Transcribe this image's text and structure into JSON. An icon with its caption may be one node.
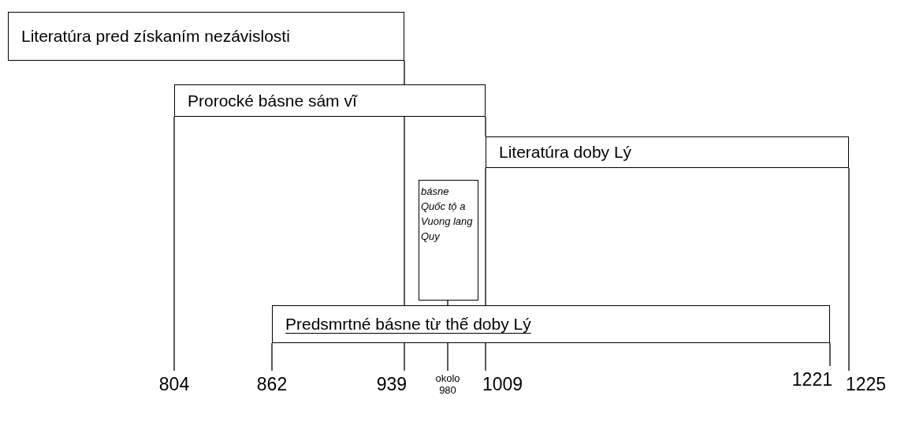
{
  "diagram": {
    "nodes": [
      {
        "text": [
          "Literatúra pred získaním nezávislosti"
        ]
      },
      {
        "text": [
          "Prorocké básne sám vĩ"
        ]
      },
      {
        "text": [
          "Literatúra doby Lý"
        ]
      },
      {
        "text": [
          "básne Quốc tộ a Vuong lang Quy"
        ]
      },
      {
        "text": [
          "Predsmrtné básne từ thế doby Lý"
        ]
      },
      {
        "text": [
          "804"
        ]
      },
      {
        "text": [
          "862"
        ]
      },
      {
        "text": [
          "939"
        ]
      },
      {
        "text": [
          "okolo 980"
        ]
      },
      {
        "text": [
          "1009"
        ]
      },
      {
        "text": [
          "1221"
        ]
      },
      {
        "text": [
          "1225"
        ]
      }
    ],
    "edges": [
      {
        "from": 0,
        "to": 1,
        "arrow": "none"
      },
      {
        "from": 1,
        "to": 4,
        "arrow": "none"
      },
      {
        "from": 4,
        "to": 7,
        "arrow": "none"
      },
      {
        "from": 1,
        "to": 5,
        "arrow": "none"
      },
      {
        "from": 1,
        "to": 2,
        "arrow": "none"
      },
      {
        "from": 2,
        "to": 4,
        "arrow": "none"
      },
      {
        "from": 4,
        "to": 9,
        "arrow": "none"
      },
      {
        "from": 2,
        "to": 11,
        "arrow": "none"
      },
      {
        "from": 3,
        "to": 4,
        "arrow": "none"
      },
      {
        "from": 4,
        "to": 8,
        "arrow": "none"
      },
      {
        "from": 4,
        "to": 6,
        "arrow": "none"
      },
      {
        "from": 4,
        "to": 10,
        "arrow": "none"
      }
    ]
  }
}
